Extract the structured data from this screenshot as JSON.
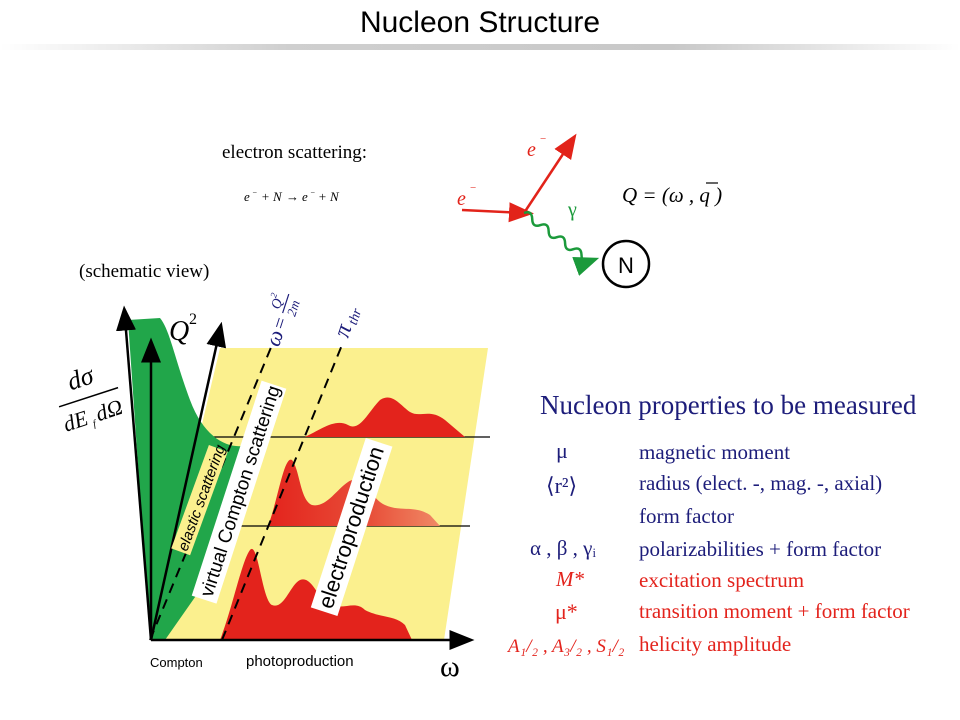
{
  "title": "Nucleon Structure",
  "scattering": {
    "label": "electron scattering:",
    "reaction_left": "e",
    "reaction_plus": "+ N",
    "reaction_mid": "e",
    "reaction_right": "+ N",
    "electron_in": "e",
    "electron_out": "e",
    "photon": "γ",
    "nucleon": "N",
    "q_label": "Q = (ω , q )"
  },
  "schematic": {
    "label": "(schematic view)",
    "y_axis_num": "dσ",
    "y_axis_den": "dE",
    "y_axis_den_sub": "f",
    "y_axis_den_rest": "dΩ",
    "q2_label": "Q",
    "q2_sup": "2",
    "omega_axis": "ω",
    "omega_eq_omega": "ω",
    "omega_eq_equals": "=",
    "omega_eq_num": "Q",
    "omega_eq_num_sup": "2",
    "omega_eq_den": "2m",
    "pi_label": "π",
    "pi_sub": "thr",
    "region_elastic": "elastic scattering",
    "region_virtual": "virtual Compton scattering",
    "region_electro": "electroproduction",
    "bottom_compton": "Compton",
    "bottom_photo": "photoproduction"
  },
  "properties": {
    "heading": "Nucleon properties to be measured",
    "rows": [
      {
        "symbol": "μ",
        "text": "magnetic moment"
      },
      {
        "symbol": "⟨r²⟩",
        "text": "radius (elect. -, mag. -, axial)"
      },
      {
        "symbol": "",
        "text": "form factor"
      },
      {
        "symbol": "α , β , γᵢ",
        "text": "polarizabilities + form factor"
      },
      {
        "symbol": "M*",
        "text": "excitation spectrum"
      },
      {
        "symbol": "μ*",
        "text": "transition moment + form factor"
      },
      {
        "symbol": "A₁/₂ , A₃/₂ , S₁/₂",
        "text": "helicity amplitude"
      }
    ]
  },
  "colors": {
    "panel": "#fbf08e",
    "green": "#21a64a",
    "red": "#e3231c",
    "navy": "#1d1d7a",
    "arrow_red": "#e2231a",
    "photon_green": "#1b9a3b"
  }
}
